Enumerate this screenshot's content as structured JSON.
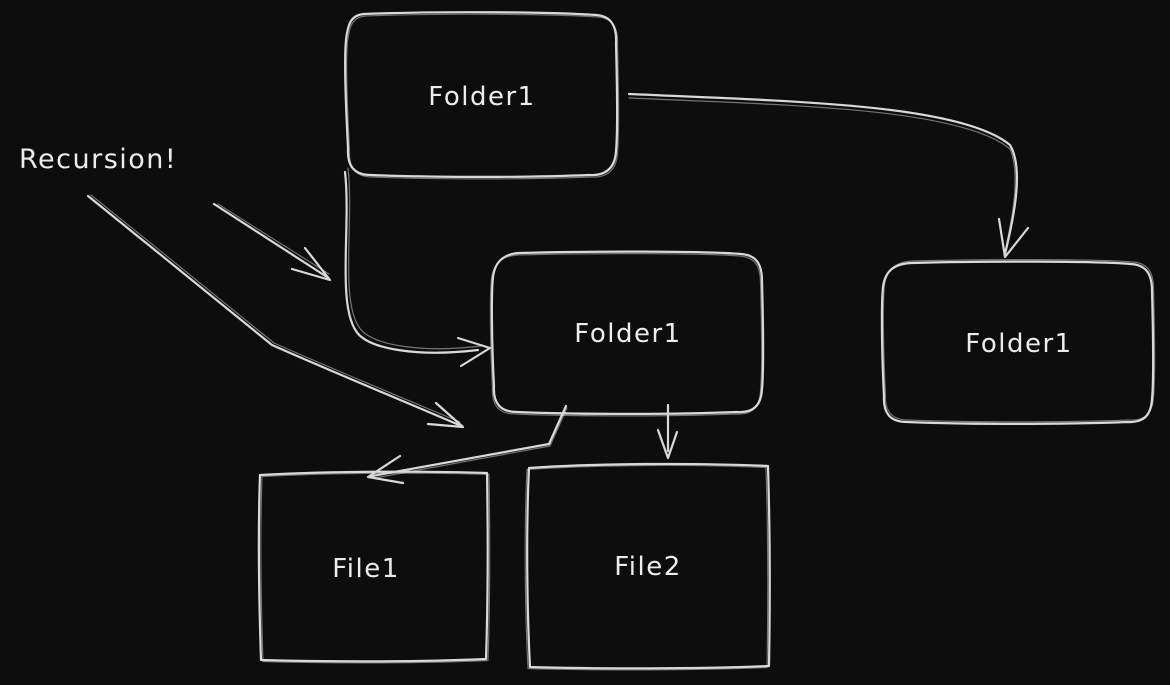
{
  "colors": {
    "background": "#0d0d0d",
    "stroke": "#d9d9d9",
    "text": "#ececec"
  },
  "annotation": {
    "text": "Recursion!"
  },
  "nodes": [
    {
      "id": "folder-top",
      "label": "Folder1",
      "shape": "rounded-rectangle"
    },
    {
      "id": "folder-middle",
      "label": "Folder1",
      "shape": "rounded-rectangle"
    },
    {
      "id": "folder-right",
      "label": "Folder1",
      "shape": "rounded-rectangle"
    },
    {
      "id": "file1",
      "label": "File1",
      "shape": "rectangle"
    },
    {
      "id": "file2",
      "label": "File2",
      "shape": "rectangle"
    }
  ],
  "edges": [
    {
      "id": "top-to-right",
      "from": "folder-top",
      "to": "folder-right",
      "style": "curved-arrow"
    },
    {
      "id": "top-to-middle",
      "from": "folder-top",
      "to": "folder-middle",
      "style": "curved-arrow"
    },
    {
      "id": "recursion-short-arrow",
      "from": "annotation",
      "to": "top-to-middle-curve",
      "style": "straight-arrow"
    },
    {
      "id": "recursion-long-arrow",
      "from": "annotation",
      "to": "folder-middle-area",
      "style": "bent-arrow"
    },
    {
      "id": "middle-to-file1",
      "from": "folder-middle",
      "to": "file1",
      "style": "bent-arrow"
    },
    {
      "id": "middle-to-file2",
      "from": "folder-middle",
      "to": "file2",
      "style": "straight-arrow"
    }
  ]
}
